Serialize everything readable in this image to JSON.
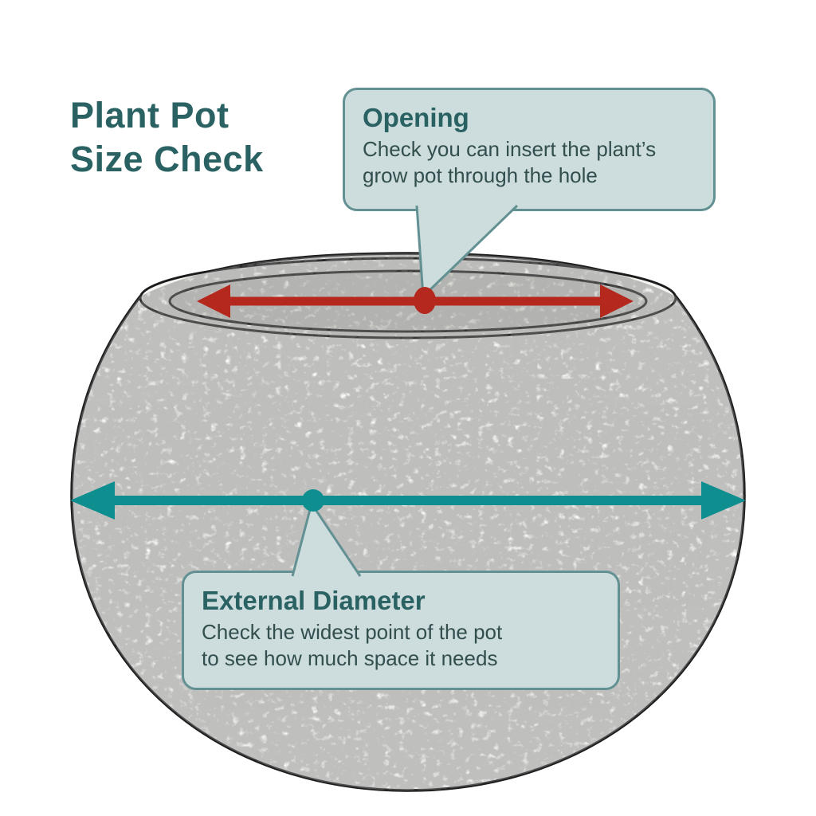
{
  "title": {
    "line1": "Plant Pot",
    "line2": "Size Check"
  },
  "callouts": {
    "opening": {
      "title": "Opening",
      "lines": [
        "Check you can insert the plant’s",
        "grow pot through the hole"
      ]
    },
    "external_diameter": {
      "title": "External Diameter",
      "lines": [
        "Check the widest point of the pot",
        "to see how much space it needs"
      ]
    }
  },
  "colors": {
    "heading_teal": "#2a6263",
    "callout_fill": "#cddcdd",
    "callout_border": "#639193",
    "body_text": "#324e4f",
    "opening_arrow_red": "#b5281e",
    "diameter_arrow_teal": "#0f8e8f",
    "sketch_ink": "#1c1c1c"
  }
}
